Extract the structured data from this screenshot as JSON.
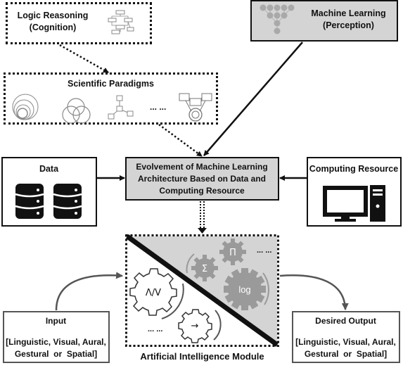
{
  "logic_box": {
    "line1": "Logic Reasoning",
    "line2": "(Cognition)",
    "icon": "flowchart-icon"
  },
  "ml_box": {
    "line1": "Machine Learning",
    "line2": "(Perception)",
    "icon": "neural-network-icon"
  },
  "paradigms_box": {
    "title": "Scientific Paradigms",
    "ellipsis": "... ..."
  },
  "data_box": {
    "title": "Data",
    "icon": "database-icon"
  },
  "center_box": {
    "line1": "Evolvement of Machine Learning",
    "line2": "Architecture Based on Data and",
    "line3": "Computing Resource"
  },
  "computing_box": {
    "title": "Computing Resource",
    "icon": "desktop-computer-icon"
  },
  "ai_module": {
    "label": "Artificial Intelligence Module",
    "gear_labels": {
      "and_or": "Λ/V",
      "arrow": "→",
      "sigma": "Σ",
      "pi": "Π",
      "log": "log"
    },
    "ellipsis_top": "... ...",
    "ellipsis_bottom": "... ..."
  },
  "input_box": {
    "title": "Input",
    "line1": "[Linguistic, Visual, Aural,",
    "line2": "Gestural  or  Spatial]"
  },
  "output_box": {
    "title": "Desired Output",
    "line1": "[Linguistic, Visual, Aural,",
    "line2": "Gestural  or  Spatial]"
  },
  "colors": {
    "gray_fill": "#d4d4d4",
    "gear_fill": "#9a9a9a",
    "line": "#111111",
    "arrow_gray": "#555555"
  }
}
